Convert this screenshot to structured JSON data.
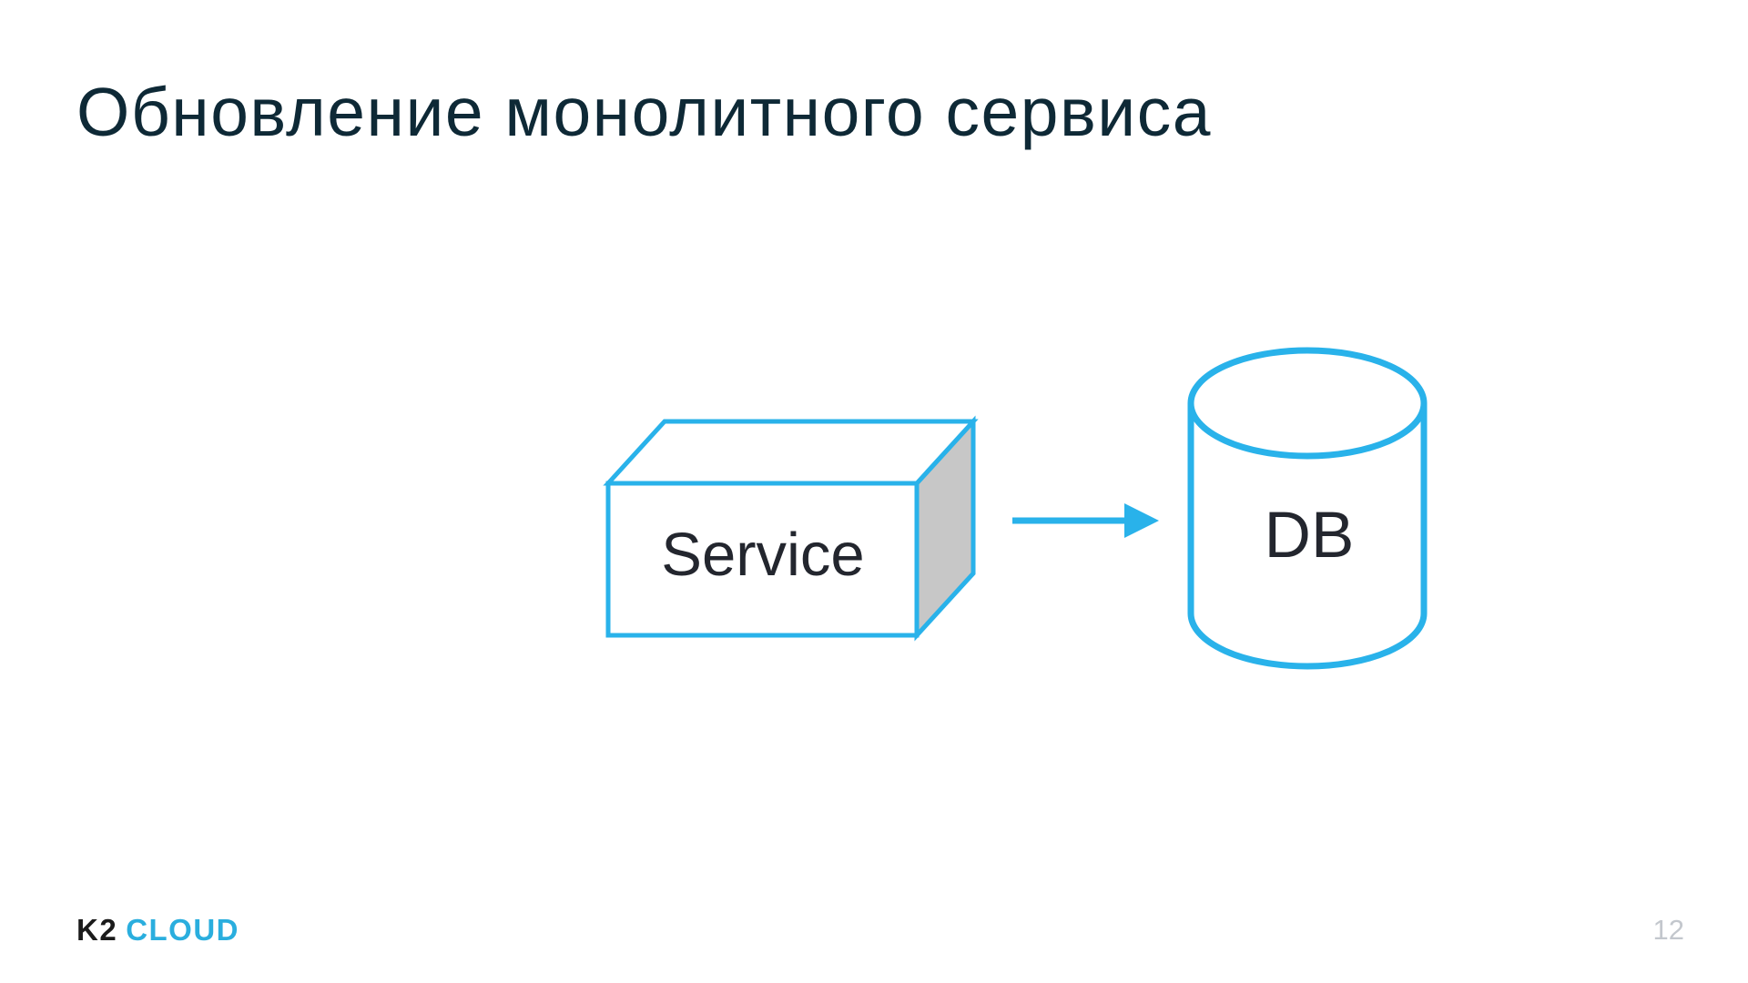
{
  "slide": {
    "title": "Обновление монолитного сервиса",
    "page_number": "12"
  },
  "diagram": {
    "service_label": "Service",
    "db_label": "DB",
    "arrow_icon": "right-arrow"
  },
  "footer": {
    "logo_k2": "K2",
    "logo_cloud": "CLOUD"
  },
  "colors": {
    "accent": "#29b2ea",
    "title-color": "#0e2936",
    "label-color": "#23262e",
    "box-side-fill": "#c7c7c7",
    "logo-dark": "#1b1b1b",
    "logo-cyan": "#2aaede",
    "page-number-color": "#c3c7cd",
    "slide-bg": "#ffffff"
  }
}
